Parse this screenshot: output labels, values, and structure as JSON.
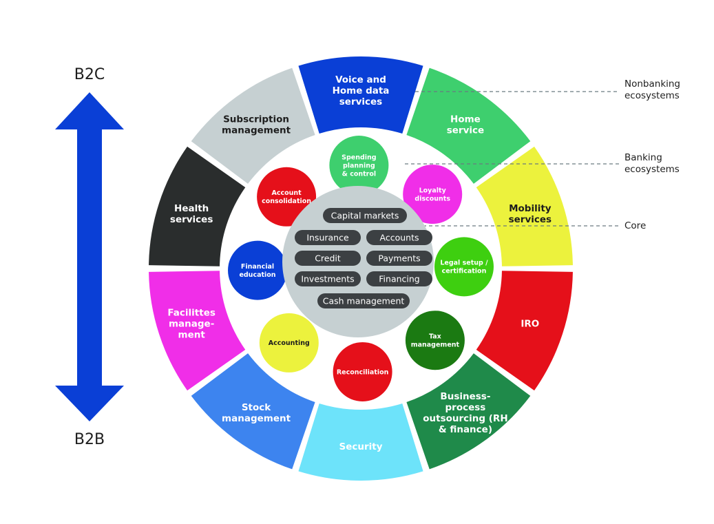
{
  "axis": {
    "top_label": "B2C",
    "bottom_label": "B2B",
    "arrow_color": "#0a3fd6"
  },
  "layers": {
    "nonbanking": "Nonbanking\necosystems",
    "banking": "Banking\necosystems",
    "core": "Core"
  },
  "outer_ring": [
    {
      "label": "Voice and\nHome data\nservices",
      "color": "#0a3fd6",
      "text_color": "#ffffff"
    },
    {
      "label": "Home\nservice",
      "color": "#3ecf6e",
      "text_color": "#ffffff"
    },
    {
      "label": "Mobility\nservices",
      "color": "#ecf23d",
      "text_color": "#1d1d1d"
    },
    {
      "label": "IRO",
      "color": "#e5101a",
      "text_color": "#ffffff"
    },
    {
      "label": "Business-\nprocess\noutsourcing (RH\n& finance)",
      "color": "#1f8a4a",
      "text_color": "#ffffff"
    },
    {
      "label": "Security",
      "color": "#6de3fa",
      "text_color": "#ffffff"
    },
    {
      "label": "Stock\nmanagement",
      "color": "#3d84ef",
      "text_color": "#ffffff"
    },
    {
      "label": "Facilittes\nmanage-\nment",
      "color": "#f02ee8",
      "text_color": "#ffffff"
    },
    {
      "label": "Health\nservices",
      "color": "#2a2d2d",
      "text_color": "#ffffff"
    },
    {
      "label": "Subscription\nmanagement",
      "color": "#c6d0d2",
      "text_color": "#1d1d1d"
    }
  ],
  "banking_circles": [
    {
      "label": "Spending\nplanning\n& control",
      "color": "#3ecf6e",
      "text_color": "#ffffff"
    },
    {
      "label": "Loyalty\ndiscounts",
      "color": "#f02ee8",
      "text_color": "#ffffff"
    },
    {
      "label": "Legal setup /\ncertification",
      "color": "#3ecf10",
      "text_color": "#ffffff"
    },
    {
      "label": "Tax\nmanagement",
      "color": "#1b7a12",
      "text_color": "#ffffff"
    },
    {
      "label": "Reconciliation",
      "color": "#e5101a",
      "text_color": "#ffffff"
    },
    {
      "label": "Accounting",
      "color": "#ecf23d",
      "text_color": "#1d1d1d"
    },
    {
      "label": "Financial\neducation",
      "color": "#0a3fd6",
      "text_color": "#ffffff"
    },
    {
      "label": "Account\nconsolidation",
      "color": "#e5101a",
      "text_color": "#ffffff"
    }
  ],
  "core": {
    "color": "#c6d0d2",
    "pill_color": "#3c4043",
    "pills": [
      "Capital markets",
      "Insurance",
      "Accounts",
      "Credit",
      "Payments",
      "Investments",
      "Financing",
      "Cash management"
    ]
  }
}
